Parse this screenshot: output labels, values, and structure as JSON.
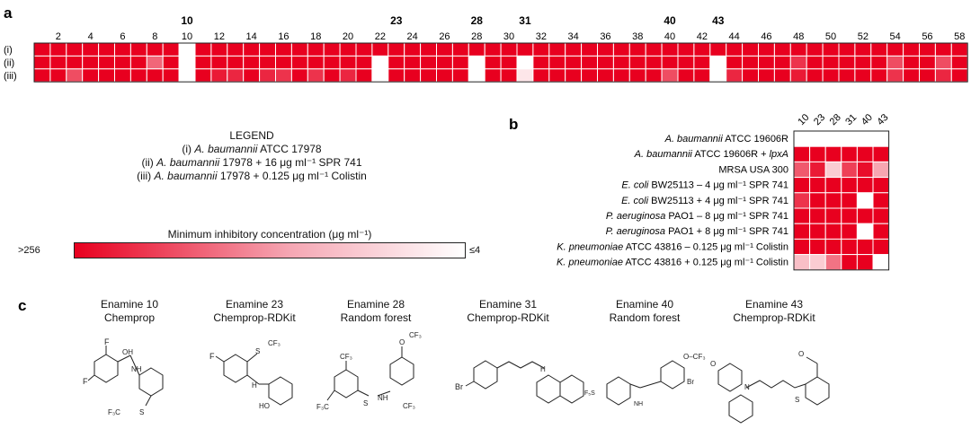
{
  "panel_labels": {
    "a": "a",
    "b": "b",
    "c": "c"
  },
  "legend": {
    "title": "LEGEND",
    "line1_prefix": "(i) ",
    "line1_italic": "A. baumannii",
    "line1_suffix": " ATCC 17978",
    "line2_prefix": "(ii) ",
    "line2_italic": "A. baumannii",
    "line2_suffix": " 17978 + 16 μg ml⁻¹ SPR 741",
    "line3_prefix": "(iii) ",
    "line3_italic": "A. baumannii",
    "line3_suffix": " 17978 + 0.125 μg ml⁻¹ Colistin"
  },
  "colorbar": {
    "title": "Minimum inhibitory concentration (μg ml⁻¹)",
    "left_label": ">256",
    "right_label": "≤4",
    "color_high": "#e8001f",
    "color_low": "#ffffff"
  },
  "chart_data": [
    {
      "type": "heatmap",
      "panel": "a",
      "x_tick_labels": [
        "2",
        "4",
        "6",
        "8",
        "10",
        "12",
        "14",
        "16",
        "18",
        "20",
        "22",
        "24",
        "26",
        "28",
        "30",
        "32",
        "34",
        "36",
        "38",
        "40",
        "42",
        "44",
        "46",
        "48",
        "50",
        "52",
        "54",
        "56",
        "58"
      ],
      "highlight_labels": [
        "10",
        "23",
        "28",
        "31",
        "40",
        "43"
      ],
      "rows": [
        "(i)",
        "(ii)",
        "(iii)"
      ],
      "columns": 58,
      "intensity_scale": "0 = ≤4 (white), 1 = >256 (red)",
      "values": [
        [
          1,
          1,
          1,
          1,
          1,
          1,
          1,
          1,
          1,
          0,
          1,
          1,
          1,
          1,
          1,
          1,
          1,
          1,
          1,
          1,
          1,
          1,
          1,
          1,
          1,
          1,
          1,
          1,
          1,
          1,
          1,
          1,
          1,
          1,
          1,
          1,
          1,
          1,
          1,
          1,
          1,
          1,
          1,
          1,
          1,
          1,
          1,
          1,
          1,
          1,
          1,
          1,
          1,
          1,
          1,
          1,
          1,
          1
        ],
        [
          1,
          1,
          1,
          1,
          1,
          1,
          1,
          0.6,
          1,
          0,
          1,
          1,
          1,
          1,
          1,
          1,
          1,
          1,
          1,
          1,
          1,
          0,
          1,
          1,
          1,
          1,
          1,
          0,
          1,
          1,
          0,
          1,
          1,
          1,
          1,
          1,
          1,
          1,
          1,
          1,
          1,
          1,
          0,
          1,
          1,
          1,
          1,
          0.8,
          1,
          1,
          1,
          1,
          1,
          0.7,
          1,
          1,
          0.7,
          1
        ],
        [
          1,
          1,
          0.7,
          1,
          1,
          1,
          1,
          1,
          1,
          0,
          1,
          0.9,
          0.85,
          1,
          0.85,
          0.8,
          1,
          0.8,
          1,
          0.85,
          1,
          0,
          1,
          1,
          1,
          1,
          1,
          0,
          1,
          1,
          0.1,
          1,
          1,
          1,
          1,
          1,
          1,
          1,
          1,
          0.7,
          1,
          1,
          0,
          0.85,
          1,
          1,
          1,
          0.9,
          1,
          1,
          1,
          1,
          1,
          0.8,
          1,
          1,
          0.85,
          1
        ]
      ]
    },
    {
      "type": "heatmap",
      "panel": "b",
      "columns": [
        "10",
        "23",
        "28",
        "31",
        "40",
        "43"
      ],
      "rows": [
        {
          "pre": "",
          "it": "A. baumannii",
          "post": " ATCC 19606R"
        },
        {
          "pre": "",
          "it": "A. baumannii",
          "post": " ATCC 19606R + ",
          "it2": "lpxA"
        },
        {
          "pre": "MRSA USA 300",
          "it": "",
          "post": ""
        },
        {
          "pre": "",
          "it": "E. coli",
          "post": " BW25113 – 4 μg ml⁻¹ SPR 741"
        },
        {
          "pre": "",
          "it": "E. coli",
          "post": " BW25113 + 4 μg ml⁻¹ SPR 741"
        },
        {
          "pre": "",
          "it": "P. aeruginosa",
          "post": " PAO1 – 8 μg ml⁻¹ SPR 741"
        },
        {
          "pre": "",
          "it": "P. aeruginosa",
          "post": " PAO1 + 8 μg ml⁻¹ SPR 741"
        },
        {
          "pre": "",
          "it": "K. pneumoniae",
          "post": " ATCC 43816 – 0.125 μg ml⁻¹ Colistin"
        },
        {
          "pre": "",
          "it": "K. pneumoniae",
          "post": " ATCC 43816 + 0.125 μg ml⁻¹ Colistin"
        }
      ],
      "values": [
        [
          0,
          0,
          0,
          0,
          0,
          0
        ],
        [
          1,
          1,
          1,
          1,
          1,
          1
        ],
        [
          0.65,
          0.9,
          0.2,
          0.75,
          0.95,
          0.35
        ],
        [
          1,
          1,
          1,
          1,
          1,
          1
        ],
        [
          0.8,
          1,
          1,
          1,
          0,
          1
        ],
        [
          1,
          1,
          1,
          1,
          1,
          1
        ],
        [
          1,
          1,
          1,
          1,
          0,
          1
        ],
        [
          1,
          1,
          1,
          1,
          1,
          1
        ],
        [
          0.25,
          0.2,
          0.55,
          1,
          1,
          0
        ]
      ]
    }
  ],
  "structures": [
    {
      "name": "Enamine 10",
      "model": "Chemprop"
    },
    {
      "name": "Enamine 23",
      "model": "Chemprop-RDKit"
    },
    {
      "name": "Enamine 28",
      "model": "Random forest"
    },
    {
      "name": "Enamine 31",
      "model": "Chemprop-RDKit"
    },
    {
      "name": "Enamine 40",
      "model": "Random forest"
    },
    {
      "name": "Enamine 43",
      "model": "Chemprop-RDKit"
    }
  ]
}
